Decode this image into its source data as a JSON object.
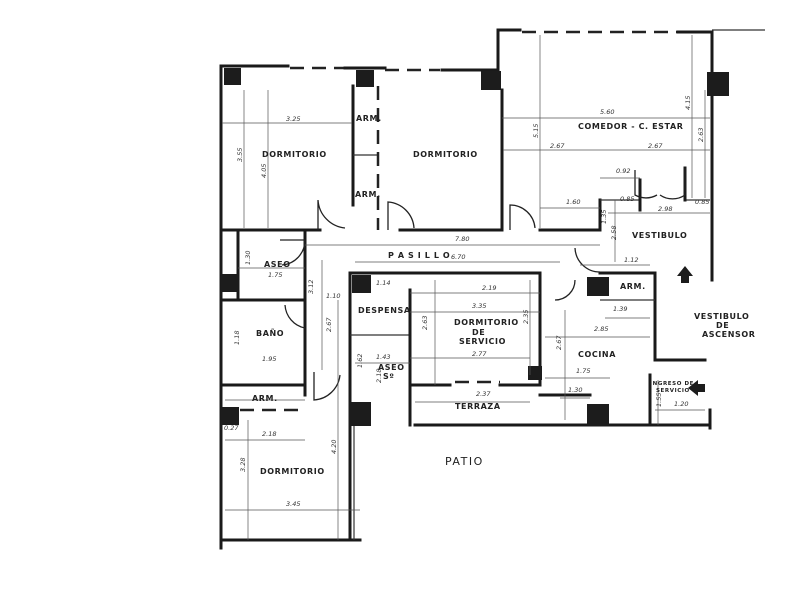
{
  "rooms": {
    "dormitorio_1": "DORMITORIO",
    "arm_1": "ARM.",
    "arm_2": "ARM.",
    "dormitorio_2": "DORMITORIO",
    "comedor": "COMEDOR - C. ESTAR",
    "vestibulo": "VESTIBULO",
    "pasillo": "P A S I L L O",
    "aseo": "ASEO",
    "bano": "BAÑO",
    "arm_3": "ARM.",
    "dormitorio_3": "DORMITORIO",
    "despensa": "DESPENSA",
    "aseo_s_1": "ASEO",
    "aseo_s_2": "Sº",
    "dorm_servicio_1": "DORMITORIO",
    "dorm_servicio_2": "DE",
    "dorm_servicio_3": "SERVICIO",
    "cocina": "COCINA",
    "arm_4": "ARM.",
    "terraza": "TERRAZA",
    "vestibulo_ascensor_1": "VESTIBULO",
    "vestibulo_ascensor_2": "DE",
    "vestibulo_ascensor_3": "ASCENSOR",
    "ingreso_1": "INGRESO DE",
    "ingreso_2": "SERVICIO",
    "patio": "PATIO"
  },
  "dimensions": [
    "3.25",
    "3.55",
    "4.05",
    "7.80",
    "6.70",
    "5.60",
    "5.15",
    "4.15",
    "2.63",
    "2.67",
    "2.67",
    "0.92",
    "1.60",
    "0.85",
    "0.85",
    "2.98",
    "1.35",
    "2.58",
    "1.12",
    "1.30",
    "1.75",
    "3.12",
    "1.10",
    "1.14",
    "2.19",
    "3.35",
    "2.63",
    "2.77",
    "2.35",
    "1.39",
    "2.85",
    "2.67",
    "1.75",
    "1.30",
    "1.55",
    "1.20",
    "2.37",
    "1.43",
    "1.62",
    "2.18",
    "1.18",
    "1.95",
    "0.27",
    "2.18",
    "2.67",
    "4.20",
    "3.28",
    "3.45"
  ],
  "icons": [
    "arrow-up-icon",
    "arrow-left-icon"
  ]
}
